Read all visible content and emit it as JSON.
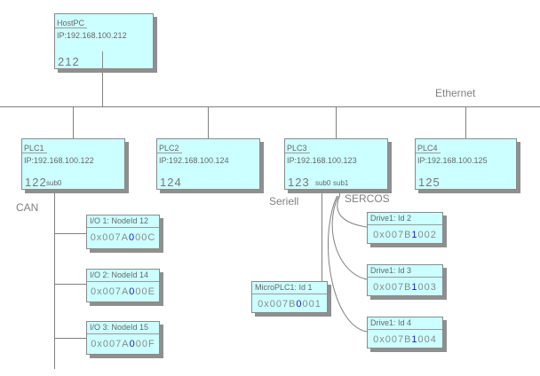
{
  "diagram": {
    "labels": {
      "ethernet": "Ethernet",
      "can": "CAN",
      "seriell": "Seriell",
      "sercos": "SERCOS"
    },
    "host": {
      "title": "HostPC",
      "ip": "IP:192.168.100.212",
      "number": "212"
    },
    "plcs": [
      {
        "title": "PLC1",
        "ip": "IP:192.168.100.122",
        "number": "122",
        "sub0": "sub0"
      },
      {
        "title": "PLC2",
        "ip": "IP:192.168.100.124",
        "number": "124"
      },
      {
        "title": "PLC3",
        "ip": "IP:192.168.100.123",
        "number": "123",
        "sub0": "sub0",
        "sub1": "sub1"
      },
      {
        "title": "PLC4",
        "ip": "IP:192.168.100.125",
        "number": "125"
      }
    ],
    "io_nodes": [
      {
        "title": "I/O 1: NodeId 12",
        "addr_prefix": "0x007A",
        "addr_highlight": "0",
        "addr_suffix": "00C"
      },
      {
        "title": "I/O 2: NodeId 14",
        "addr_prefix": "0x007A",
        "addr_highlight": "0",
        "addr_suffix": "00E"
      },
      {
        "title": "I/O 3: NodeId 15",
        "addr_prefix": "0x007A",
        "addr_highlight": "0",
        "addr_suffix": "00F"
      }
    ],
    "microplc": {
      "title": "MicroPLC1: Id 1",
      "addr_prefix": "0x007B",
      "addr_highlight": "0",
      "addr_suffix": "001"
    },
    "drives": [
      {
        "title": "Drive1: Id 2",
        "addr_prefix": "0x007B",
        "addr_highlight": "1",
        "addr_suffix": "002"
      },
      {
        "title": "Drive1: Id 3",
        "addr_prefix": "0x007B",
        "addr_highlight": "1",
        "addr_suffix": "003"
      },
      {
        "title": "Drive1: Id 4",
        "addr_prefix": "0x007B",
        "addr_highlight": "1",
        "addr_suffix": "004"
      }
    ],
    "colors": {
      "box_fill": "#ccffff",
      "box_border": "#8a8a8a",
      "shadow": "#8f8f8f",
      "line": "#808080",
      "text": "#666666",
      "address_highlight": "#1a1acc"
    }
  }
}
